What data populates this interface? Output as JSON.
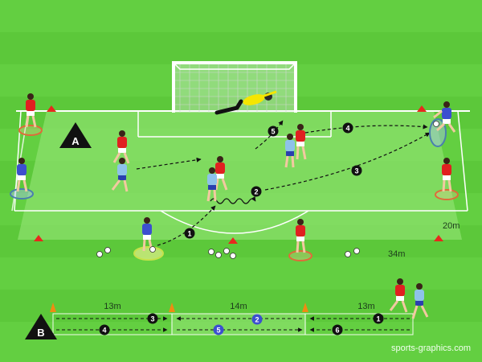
{
  "drill_a": {
    "label": "A",
    "width_text": "34m",
    "depth_text": "20m",
    "pass_numbers": [
      "1",
      "2",
      "3",
      "4",
      "5"
    ]
  },
  "drill_b": {
    "label": "B",
    "segment_left_text": "13m",
    "segment_middle_text": "14m",
    "segment_right_text": "13m",
    "path_numbers": [
      "1",
      "2",
      "3",
      "4",
      "5",
      "6"
    ]
  },
  "watermark": "sports-graphics.com",
  "colors": {
    "grass": "#5cc83a",
    "grass_stripe": "#64d042",
    "zone": "#8fe16f",
    "red_team": "#e02020",
    "light_blue_team": "#8ec2ea",
    "dark_blue_team": "#3c4fcf",
    "goalkeeper": "#f5e600",
    "cone_red": "#e8281e",
    "cone_orange": "#f08a12"
  },
  "icons": {
    "zone_marker": "black-triangle",
    "pass_marker": "black-circle",
    "cone": "cone",
    "ball": "soccer-ball"
  }
}
